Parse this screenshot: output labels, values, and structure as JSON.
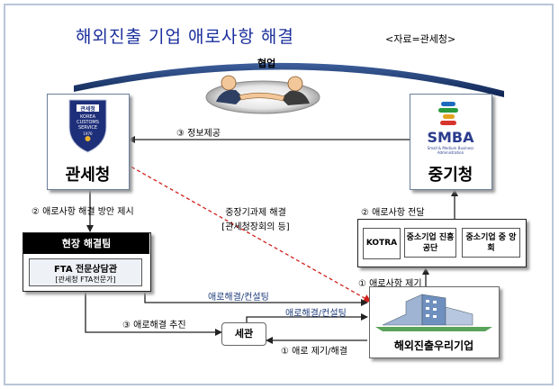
{
  "title": "해외진출 기업 애로사항 해결",
  "source": "<자료=관세청>",
  "cooperation": "협업",
  "customs": {
    "name": "관세청",
    "logo_top": "관세청",
    "logo_lines": [
      "KOREA",
      "CUSTOMS",
      "SERVICE"
    ],
    "logo_year": "1970"
  },
  "smba": {
    "name": "중기청",
    "logo_text": "SMBA",
    "logo_sub": "Small & Medium Business Administration"
  },
  "labels": {
    "info": "③ 정보제공",
    "suggest": "② 애로사항 해결 방안 제시",
    "mid_term_line1": "중장기과제 해결",
    "mid_term_line2": "[관세청장회의 등]",
    "deliver": "② 애로사항 전달",
    "raise1": "① 애로사항 제기",
    "consult1": "애로해결/컨설팅",
    "consult2": "애로해결/컨설팅",
    "promote": "③ 애로해결 추진",
    "raise2": "① 애로 제기/해결"
  },
  "field_team": {
    "title": "현장 해결팀",
    "fta_line1": "FTA 전문상담관",
    "fta_line2": "[관세청 FTA전문가]"
  },
  "agencies": [
    "KOTRA",
    "중소기업 진흥공단",
    "중소기업 중 앙 회"
  ],
  "customs_office": "세관",
  "company": "해외진출우리기업",
  "colors": {
    "title": "#1b2f9c",
    "frame": "#b8c6d8",
    "arrow": "#222222",
    "dashed_red": "#d0201a",
    "arc": "#1f3f77",
    "label_blue": "#1c3b7a"
  }
}
